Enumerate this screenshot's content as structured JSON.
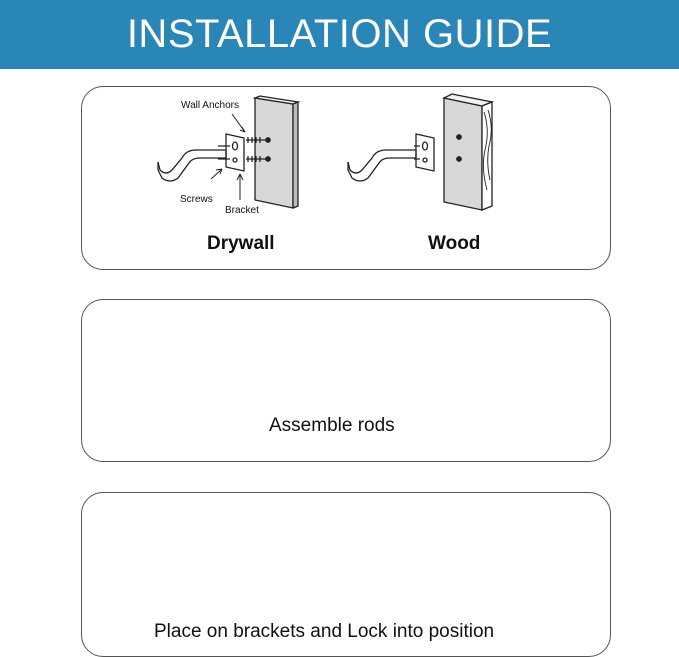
{
  "header": {
    "title": "INSTALLATION GUIDE",
    "background": "#2a86b6"
  },
  "panel_1": {
    "labels": {
      "wall_anchors": "Wall Anchors",
      "screws": "Screws",
      "bracket": "Bracket"
    },
    "captions": {
      "drywall": "Drywall",
      "wood": "Wood"
    }
  },
  "panel_2": {
    "caption": "Assemble rods"
  },
  "panel_3": {
    "caption": "Place on brackets and Lock into position"
  }
}
